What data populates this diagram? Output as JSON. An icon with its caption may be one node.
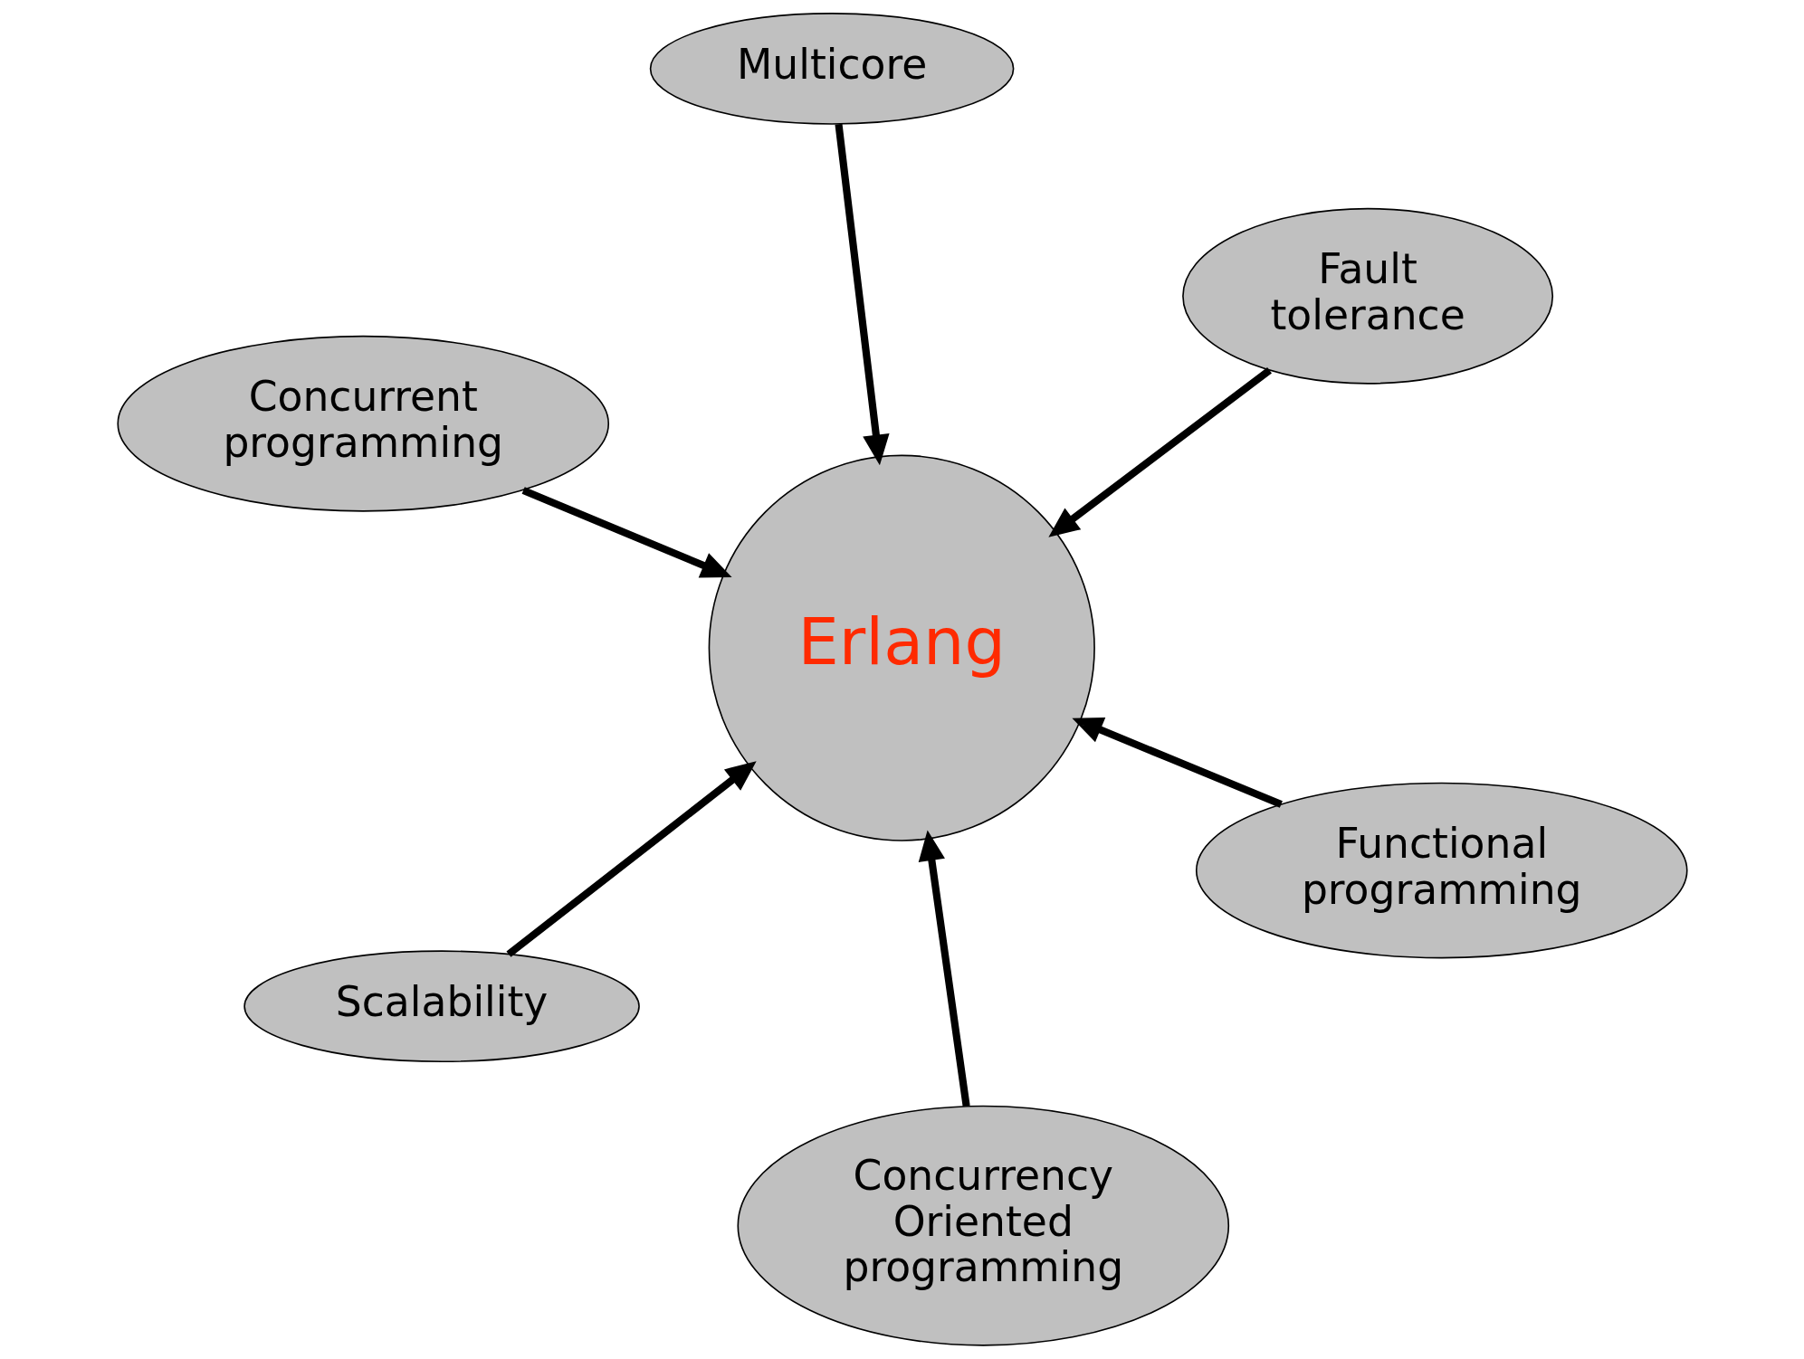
{
  "diagram": {
    "nodes": [
      {
        "text": [
          "Concurrent programming"
        ]
      },
      {
        "text": [
          "Functional programming"
        ]
      },
      {
        "text": [
          "Concurrency Oriented programming"
        ]
      },
      {
        "text": [
          "Erlang"
        ]
      },
      {
        "text": [
          "Fault tolerance"
        ]
      },
      {
        "text": [
          "Multicore"
        ]
      },
      {
        "text": [
          "Scalability"
        ]
      }
    ],
    "edges": [
      {
        "from": 0,
        "to": 3,
        "arrow": "to"
      },
      {
        "from": 1,
        "to": 3,
        "arrow": "to"
      },
      {
        "from": 2,
        "to": 3,
        "arrow": "to"
      },
      {
        "from": 4,
        "to": 3,
        "arrow": "to"
      },
      {
        "from": 6,
        "to": 3,
        "arrow": "to"
      },
      {
        "from": 5,
        "to": 3,
        "arrow": "to"
      }
    ]
  }
}
